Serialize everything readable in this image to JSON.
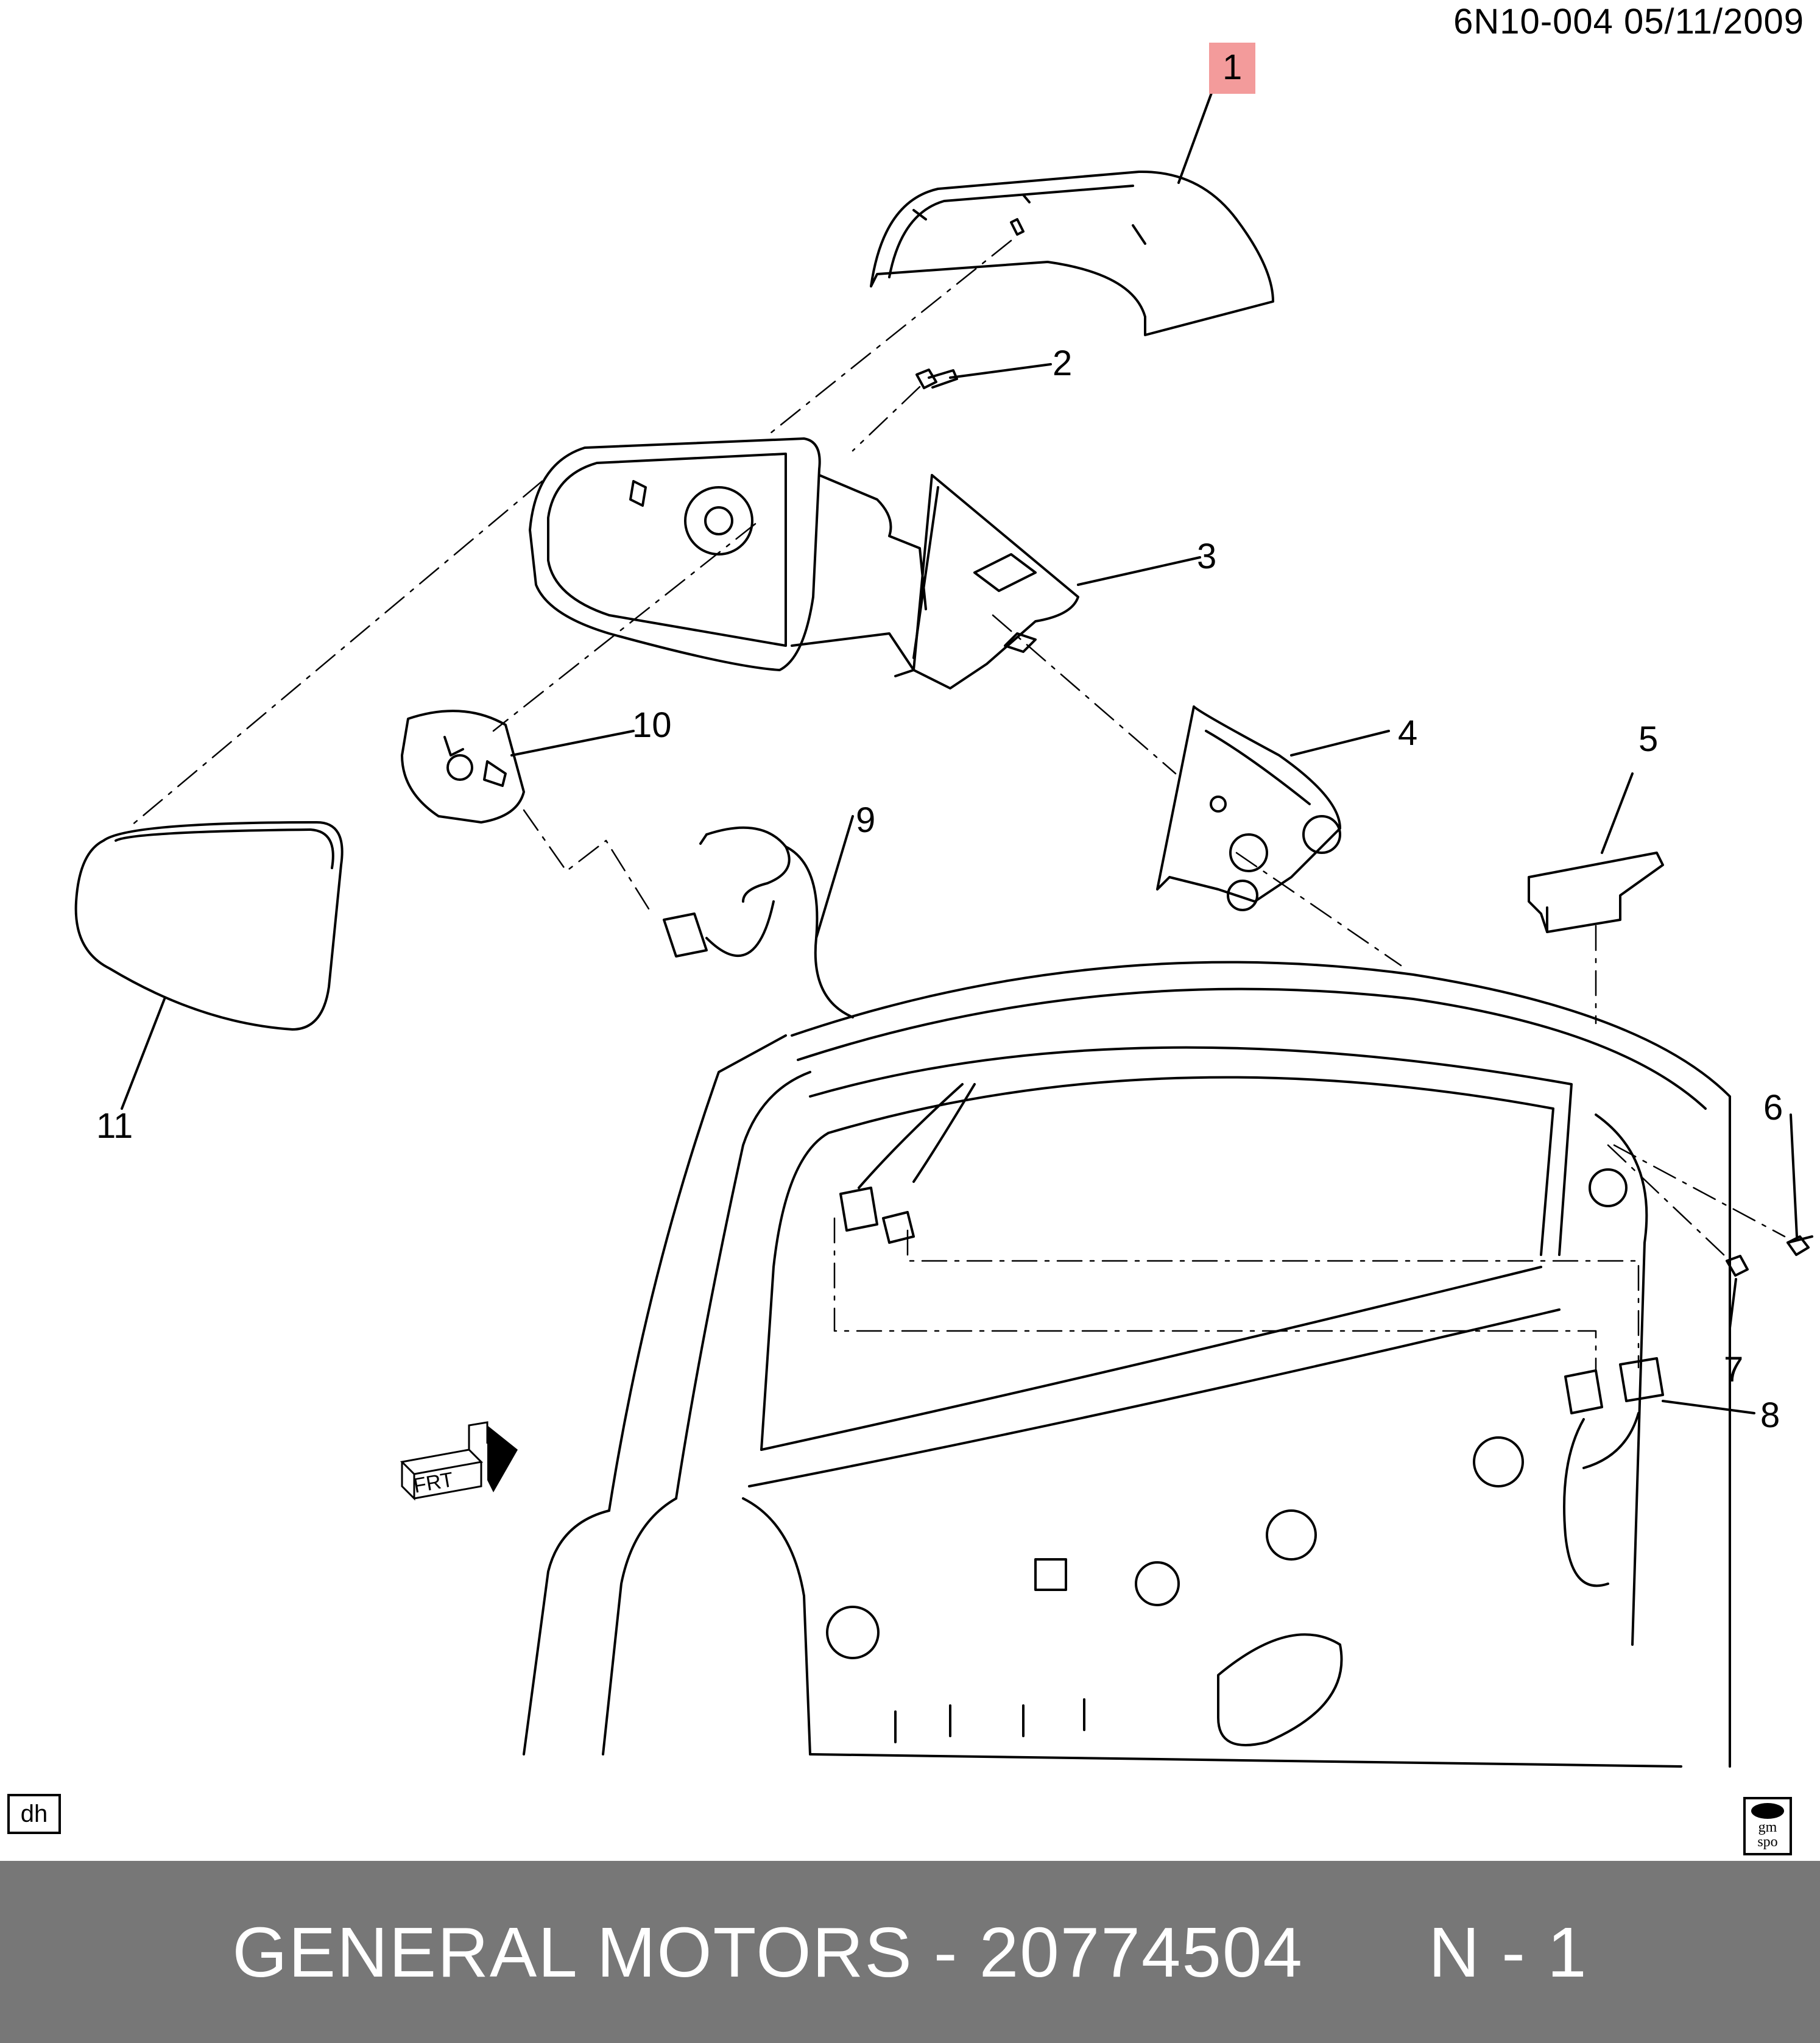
{
  "header": {
    "code": "6N10-004  05/11/2009"
  },
  "callouts": [
    {
      "id": "1",
      "label": "1"
    },
    {
      "id": "2",
      "label": "2"
    },
    {
      "id": "3",
      "label": "3"
    },
    {
      "id": "4",
      "label": "4"
    },
    {
      "id": "5",
      "label": "5"
    },
    {
      "id": "6",
      "label": "6"
    },
    {
      "id": "7",
      "label": "7"
    },
    {
      "id": "8",
      "label": "8"
    },
    {
      "id": "9",
      "label": "9"
    },
    {
      "id": "10",
      "label": "10"
    },
    {
      "id": "11",
      "label": "11"
    }
  ],
  "frt_label": "FRT",
  "corner_tag": "dh",
  "logo": {
    "line1": "gm",
    "line2": "spo"
  },
  "footer": {
    "text": "GENERAL MOTORS - 20774504      N - 1"
  },
  "colors": {
    "footer_bg": "#777777",
    "highlight": "#f39b9b",
    "line": "#000000"
  }
}
